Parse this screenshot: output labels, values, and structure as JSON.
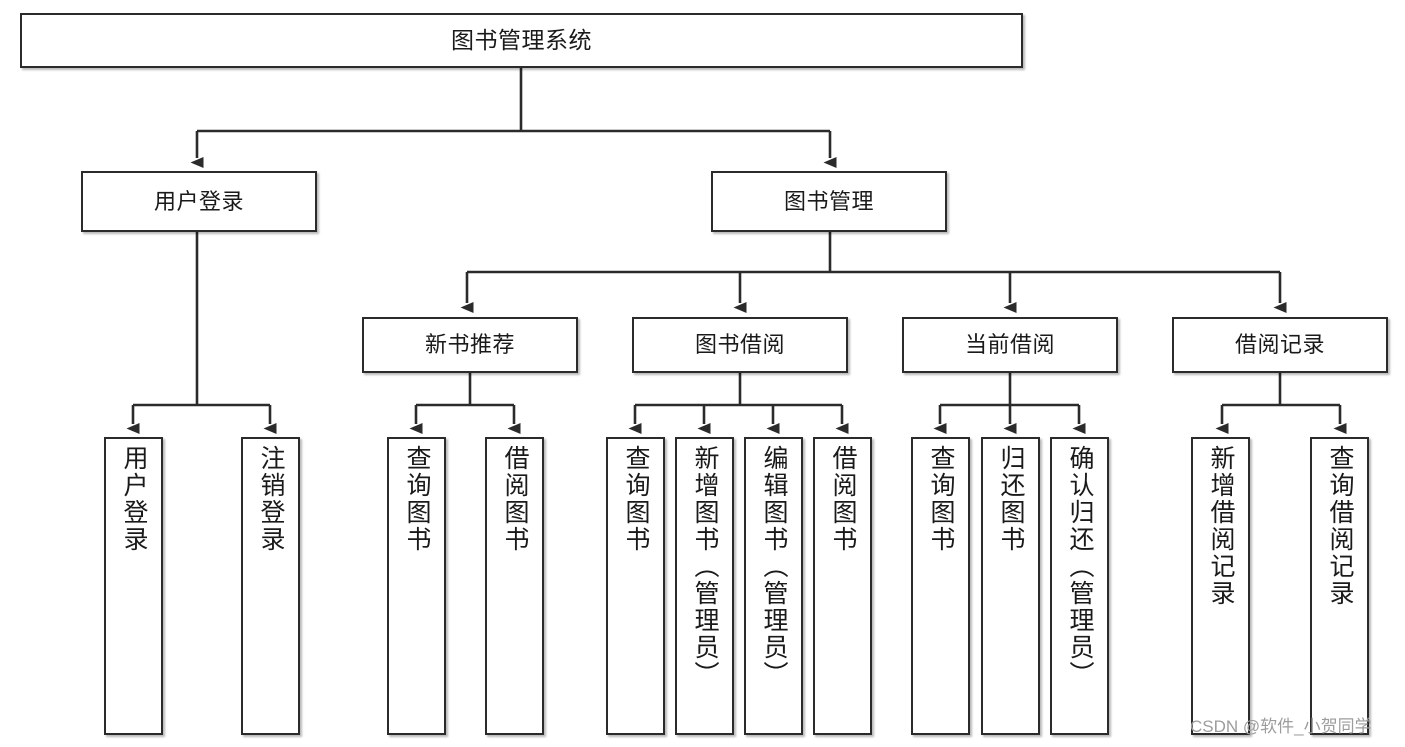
{
  "diagram": {
    "type": "tree",
    "title": "图书管理系统",
    "style": {
      "box_stroke": "#2b2b2b",
      "box_fill": "#ffffff",
      "text_color": "#1a1a1a",
      "connector_color": "#2b2b2b",
      "background": "#ffffff",
      "watermark_color": "#9d9d9d"
    },
    "root": {
      "label": "图书管理系统"
    },
    "level2": [
      {
        "label": "用户登录"
      },
      {
        "label": "图书管理"
      }
    ],
    "level3": [
      {
        "label": "新书推荐"
      },
      {
        "label": "图书借阅"
      },
      {
        "label": "当前借阅"
      },
      {
        "label": "借阅记录"
      }
    ],
    "leaves": {
      "user_login": [
        {
          "label": "用户登录"
        },
        {
          "label": "注销登录"
        }
      ],
      "new_book_recommend": [
        {
          "label": "查询图书"
        },
        {
          "label": "借阅图书"
        }
      ],
      "book_borrow": [
        {
          "label": "查询图书"
        },
        {
          "label": "新增图书（管理员）"
        },
        {
          "label": "编辑图书（管理员）"
        },
        {
          "label": "借阅图书"
        }
      ],
      "current_borrow": [
        {
          "label": "查询图书"
        },
        {
          "label": "归还图书"
        },
        {
          "label": "确认归还（管理员）"
        }
      ],
      "borrow_record": [
        {
          "label": "新增借阅记录"
        },
        {
          "label": "查询借阅记录"
        }
      ]
    },
    "watermark": "CSDN @软件_小贺同学"
  }
}
